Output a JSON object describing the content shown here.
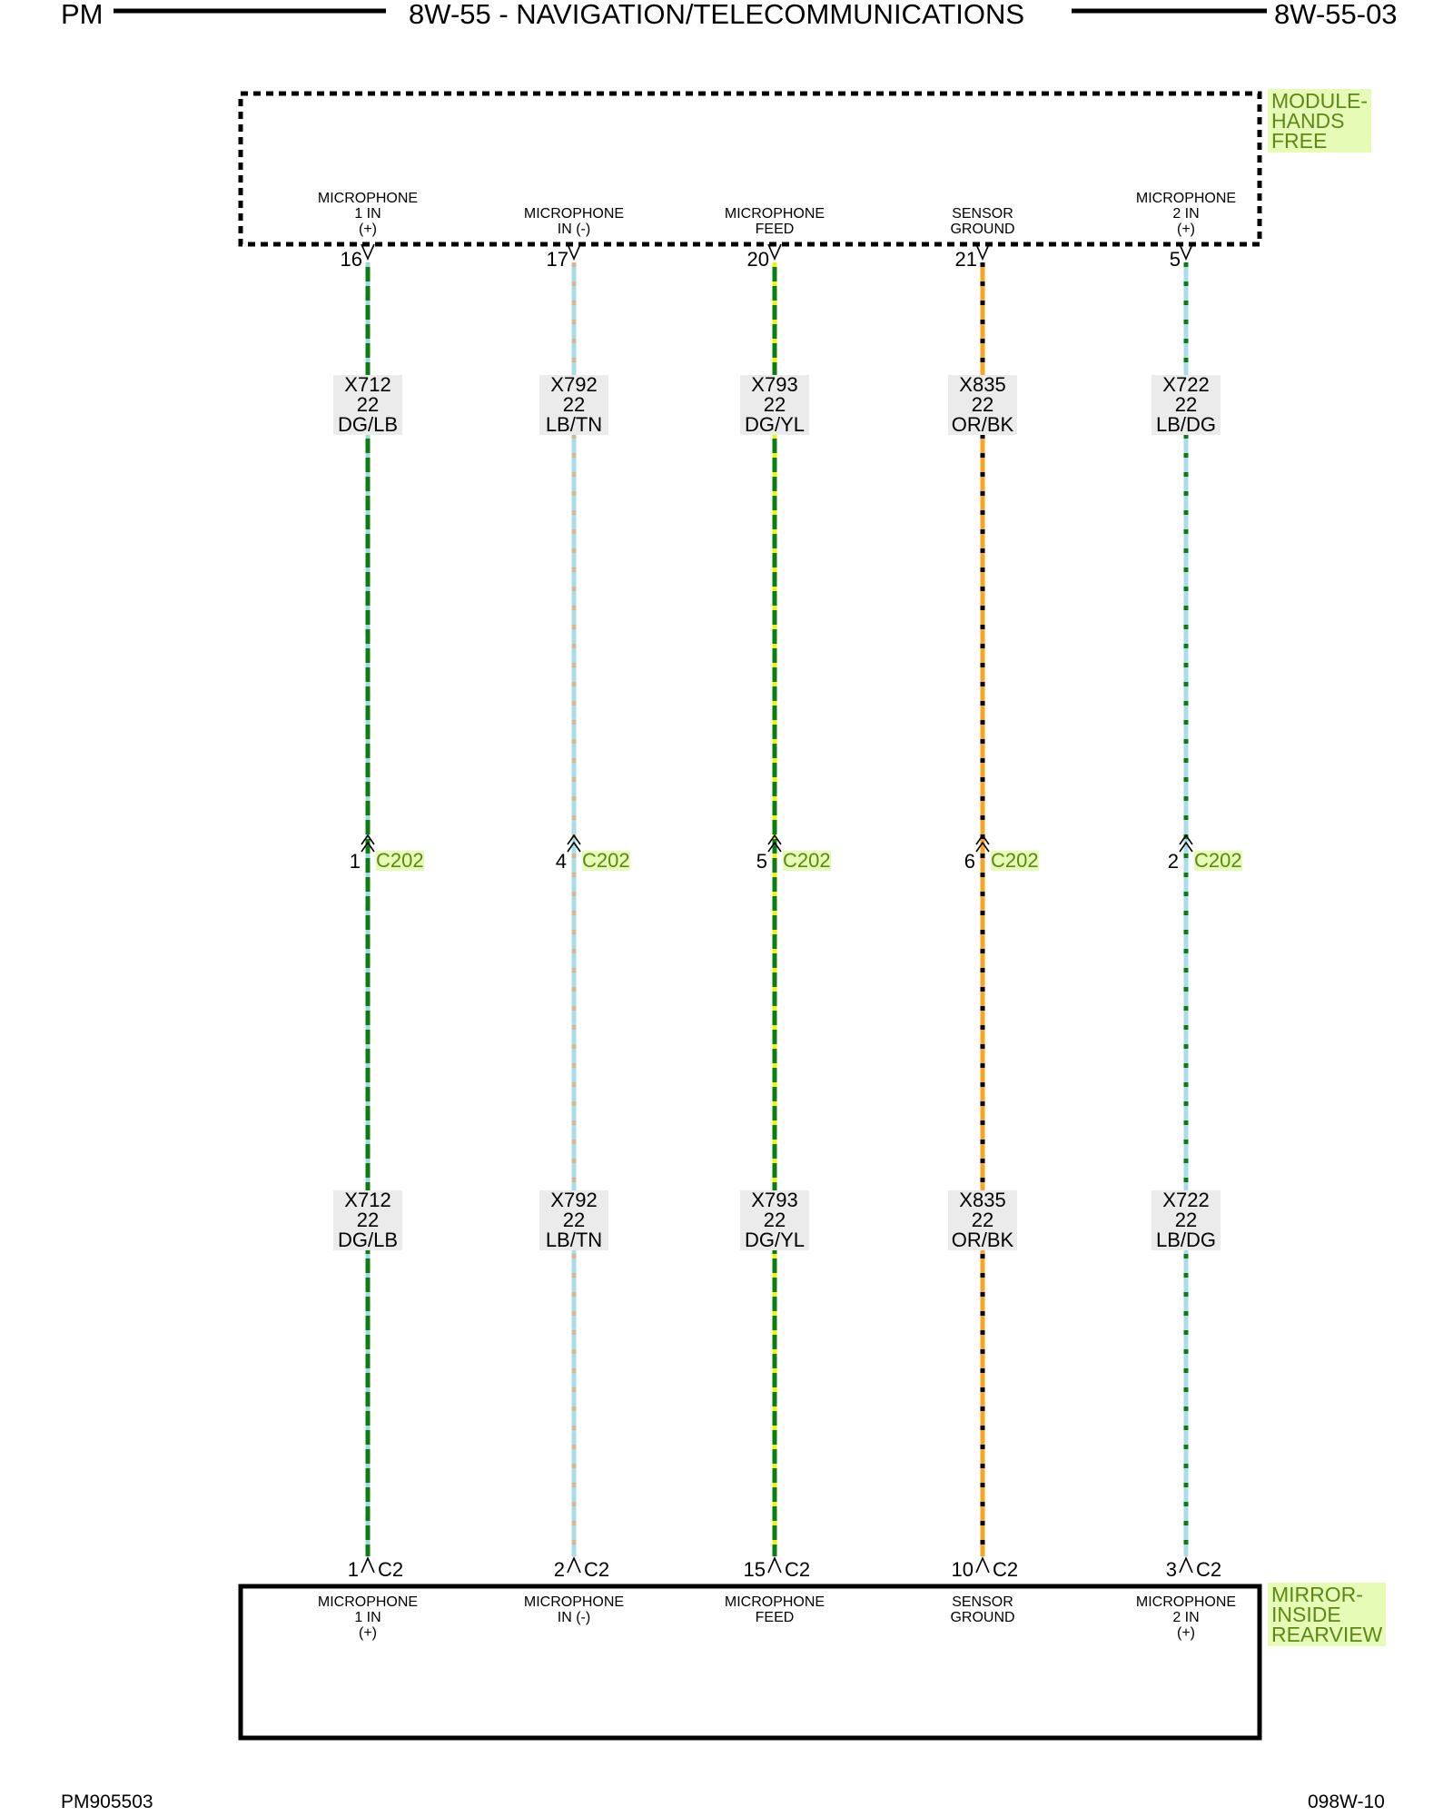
{
  "header": {
    "left": "PM",
    "title": "8W-55 - NAVIGATION/TELECOMMUNICATIONS",
    "page": "8W-55-03"
  },
  "footer": {
    "left": "PM905503",
    "right": "098W-10"
  },
  "top_component": {
    "name": "MODULE-\nHANDS\nFREE",
    "connector_style": "dashed"
  },
  "bottom_component": {
    "name": "MIRROR-\nINSIDE\nREARVIEW",
    "connector": "C2",
    "connector_style": "solid"
  },
  "inline_connector": "C202",
  "wires": [
    {
      "top_label": [
        "MICROPHONE",
        "1 IN",
        "(+)"
      ],
      "top_pin": "16",
      "circuit": "X712",
      "gauge": "22",
      "color_code": "DG/LB",
      "inline_pin": "1",
      "bottom_pin": "1",
      "bottom_label": [
        "MICROPHONE",
        "1 IN",
        "(+)"
      ],
      "base_color": "#0b7d12",
      "stripe_color": "#9fd7e3"
    },
    {
      "top_label": [
        "MICROPHONE",
        "IN (-)"
      ],
      "top_pin": "17",
      "circuit": "X792",
      "gauge": "22",
      "color_code": "LB/TN",
      "inline_pin": "4",
      "bottom_pin": "2",
      "bottom_label": [
        "MICROPHONE",
        "IN (-)"
      ],
      "base_color": "#a8dce8",
      "stripe_color": "#d8b894"
    },
    {
      "top_label": [
        "MICROPHONE",
        "FEED"
      ],
      "top_pin": "20",
      "circuit": "X793",
      "gauge": "22",
      "color_code": "DG/YL",
      "inline_pin": "5",
      "bottom_pin": "15",
      "bottom_label": [
        "MICROPHONE",
        "FEED"
      ],
      "base_color": "#0b7d12",
      "stripe_color": "#f2f20a"
    },
    {
      "top_label": [
        "SENSOR",
        "GROUND"
      ],
      "top_pin": "21",
      "circuit": "X835",
      "gauge": "22",
      "color_code": "OR/BK",
      "inline_pin": "6",
      "bottom_pin": "10",
      "bottom_label": [
        "SENSOR",
        "GROUND"
      ],
      "base_color": "#f5a623",
      "stripe_color": "#000000"
    },
    {
      "top_label": [
        "MICROPHONE",
        "2 IN",
        "(+)"
      ],
      "top_pin": "5",
      "circuit": "X722",
      "gauge": "22",
      "color_code": "LB/DG",
      "inline_pin": "2",
      "bottom_pin": "3",
      "bottom_label": [
        "MICROPHONE",
        "2 IN",
        "(+)"
      ],
      "base_color": "#a8dce8",
      "stripe_color": "#0b7d12"
    }
  ]
}
